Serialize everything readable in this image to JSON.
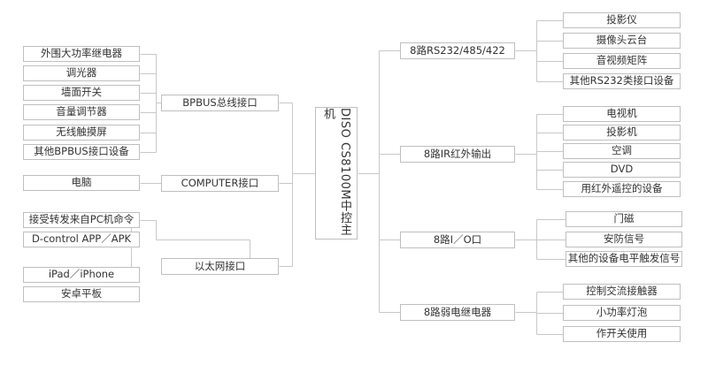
{
  "center": {
    "title": "DISO CS8100M中控主机"
  },
  "left": [
    {
      "label": "BPBUS总线接口",
      "children": [
        "外围大功率继电器",
        "调光器",
        "墙面开关",
        "音量调节器",
        "无线触摸屏",
        "其他BPBUS接口设备"
      ]
    },
    {
      "label": "COMPUTER接口",
      "children": [
        "电脑"
      ]
    },
    {
      "label": "以太网接口",
      "children": [
        "接受转发来自PC机命令",
        "D-control APP／APK",
        "iPad／iPhone",
        "安卓平板"
      ]
    }
  ],
  "right": [
    {
      "label": "8路RS232/485/422",
      "children": [
        "投影仪",
        "摄像头云台",
        "音视频矩阵",
        "其他RS232类接口设备"
      ]
    },
    {
      "label": "8路IR红外输出",
      "children": [
        "电视机",
        "投影机",
        "空调",
        "DVD",
        "用红外遥控的设备"
      ]
    },
    {
      "label": "8路I／O口",
      "children": [
        "门磁",
        "安防信号",
        "其他的设备电平触发信号"
      ]
    },
    {
      "label": "8路弱电继电器",
      "children": [
        "控制交流接触器",
        "小功率灯泡",
        "作开关使用"
      ]
    }
  ]
}
